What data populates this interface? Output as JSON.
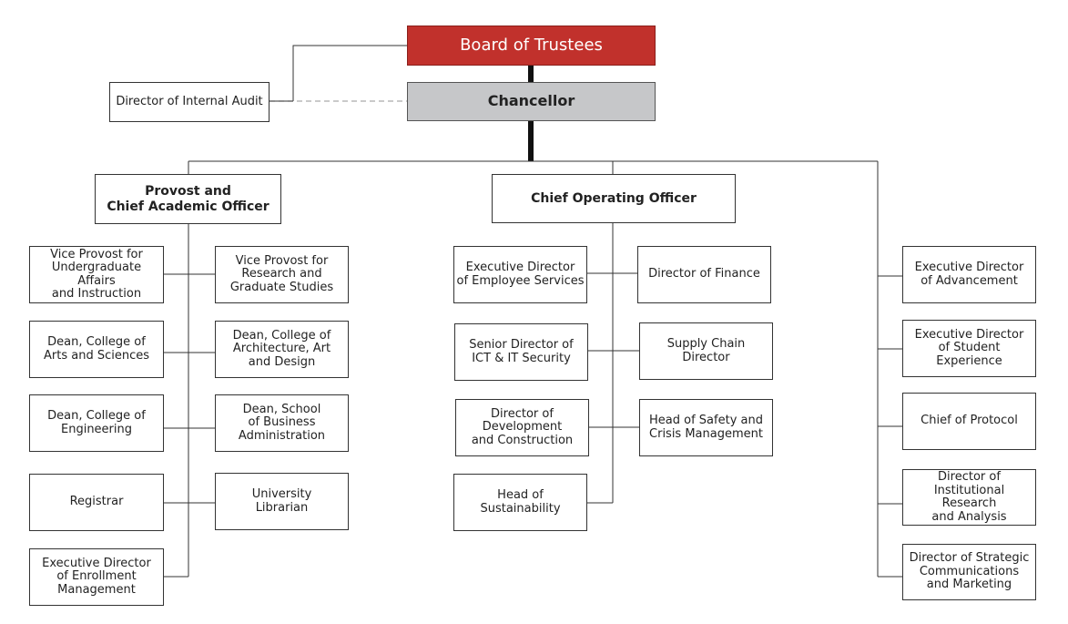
{
  "colors": {
    "board": "#c1312c",
    "chancellor": "#c6c7c9",
    "line": "#333333",
    "trunk": "#111111",
    "dashed": "#aaaaaa"
  },
  "org": {
    "board": "Board of Trustees",
    "chancellor": "Chancellor",
    "audit": "Director of Internal Audit",
    "provost": "Provost and\nChief Academic Officer",
    "coo": "Chief Operating Officer",
    "academic": {
      "vp_undergrad": "Vice Provost for\nUndergraduate Affairs\nand Instruction",
      "vp_research": "Vice Provost for\nResearch and\nGraduate Studies",
      "dean_arts": "Dean, College of\nArts and Sciences",
      "dean_arch": "Dean, College of\nArchitecture, Art\nand Design",
      "dean_eng": "Dean, College of\nEngineering",
      "dean_business": "Dean, School\nof Business\nAdministration",
      "registrar": "Registrar",
      "librarian": "University\nLibrarian",
      "enrollment": "Executive Director\nof Enrollment\nManagement"
    },
    "operations": {
      "employee_services": "Executive Director\nof Employee Services",
      "finance": "Director of Finance",
      "ict": "Senior Director of\nICT & IT Security",
      "supply_chain": "Supply Chain\nDirector",
      "development": "Director of\nDevelopment\nand Construction",
      "safety": "Head of Safety and\nCrisis Management",
      "sustainability": "Head of\nSustainability"
    },
    "chancellor_direct": {
      "advancement": "Executive Director\nof Advancement",
      "student_experience": "Executive Director\nof Student\nExperience",
      "protocol": "Chief of Protocol",
      "research_analysis": "Director of\nInstitutional Research\nand Analysis",
      "communications": "Director of Strategic\nCommunications\nand Marketing"
    }
  }
}
